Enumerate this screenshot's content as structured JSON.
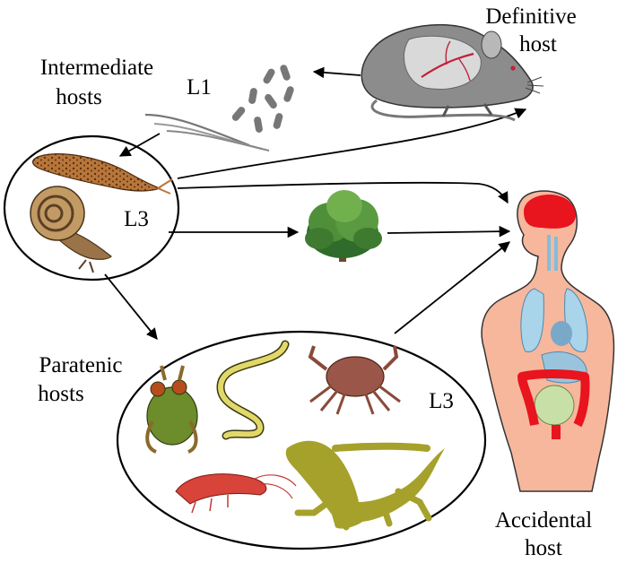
{
  "labels": {
    "definitive_host_line1": "Definitive",
    "definitive_host_line2": "host",
    "intermediate_hosts_line1": "Intermediate",
    "intermediate_hosts_line2": "hosts",
    "stage_l1": "L1",
    "stage_l3_intermediate": "L3",
    "paratenic_hosts_line1": "Paratenic",
    "paratenic_hosts_line2": "hosts",
    "stage_l3_paratenic": "L3",
    "accidental_host_line1": "Accidental",
    "accidental_host_line2": "host"
  },
  "icons": {
    "rat": "rat-icon",
    "larvae": "larvae-icon",
    "slug": "slug-icon",
    "snail": "snail-icon",
    "lettuce": "lettuce-icon",
    "human": "human-body-icon",
    "frog": "frog-icon",
    "flatworm": "flatworm-icon",
    "crab": "crab-icon",
    "shrimp": "shrimp-icon",
    "lizard": "lizard-icon"
  },
  "colors": {
    "brain": "#e8141e",
    "intestine": "#e8141e",
    "skin": "#f6b79d",
    "lung": "#a9d4ea",
    "rat_body": "#8c8c8c",
    "lizard": "#a5a12b",
    "lettuce": "#4f8f3a",
    "frog": "#6d8c2b"
  }
}
